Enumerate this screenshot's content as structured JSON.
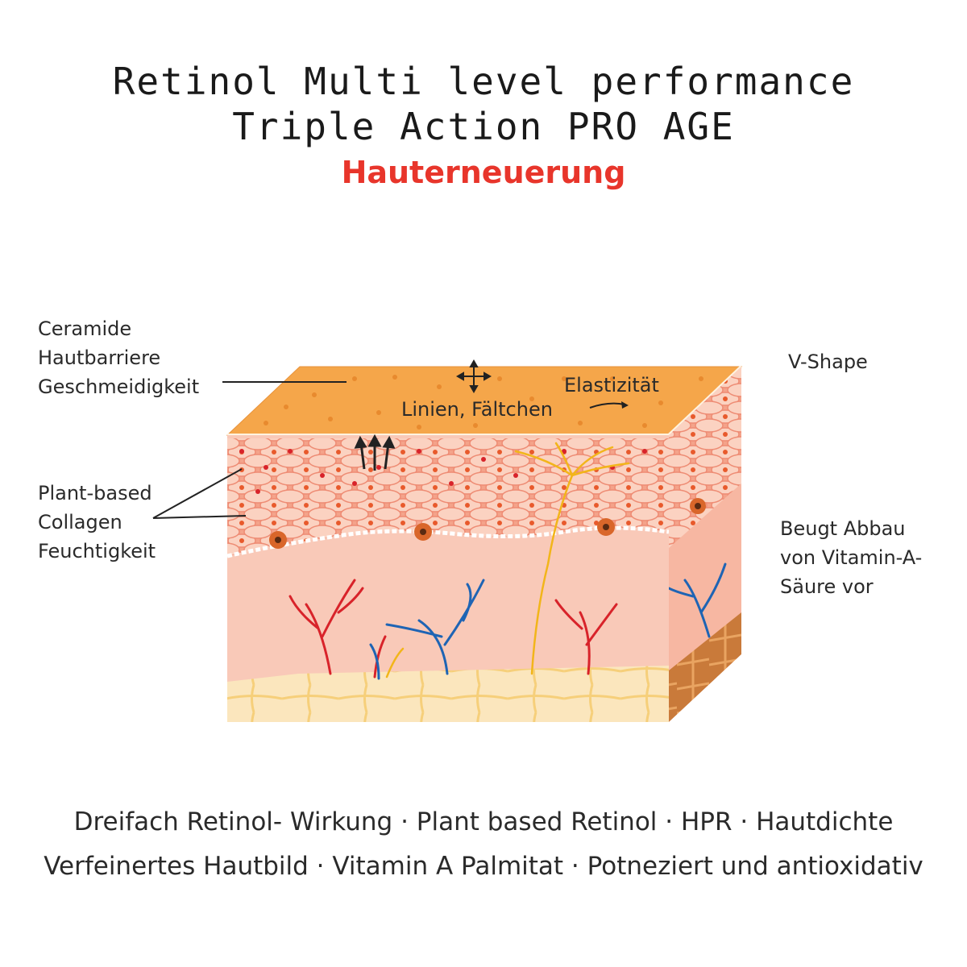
{
  "title": {
    "line1": "Retinol Multi level performance",
    "line2": "Triple Action PRO AGE",
    "subtitle": "Hauterneuerung",
    "subtitle_color": "#e8352b"
  },
  "left_labels": {
    "top": [
      "Ceramide",
      "Hautbarriere",
      "Geschmeidigkeit"
    ],
    "middle": [
      "Plant-based",
      "Collagen",
      "Feuchtigkeit"
    ]
  },
  "right_labels": {
    "top": "V-Shape",
    "middle": [
      "Beugt Abbau",
      "von Vitamin-A-",
      "Säure vor"
    ]
  },
  "surface_labels": {
    "lines": "Linien, Fältchen",
    "elasticity": "Elastizität"
  },
  "bottom": {
    "line1": "Dreifach Retinol- Wirkung · Plant based Retinol · HPR · Hautdichte",
    "line2": "Verfeinertes Hautbild · Vitamin A Palmitat · Potneziert und antioxidativ"
  },
  "colors": {
    "surface": "#f5a64a",
    "epidermis": "#f7b29a",
    "dermis": "#f9c9b8",
    "fat": "#fbe3b8",
    "artery": "#d8232a",
    "vein": "#1e64b4",
    "nerve": "#f2b51a"
  }
}
